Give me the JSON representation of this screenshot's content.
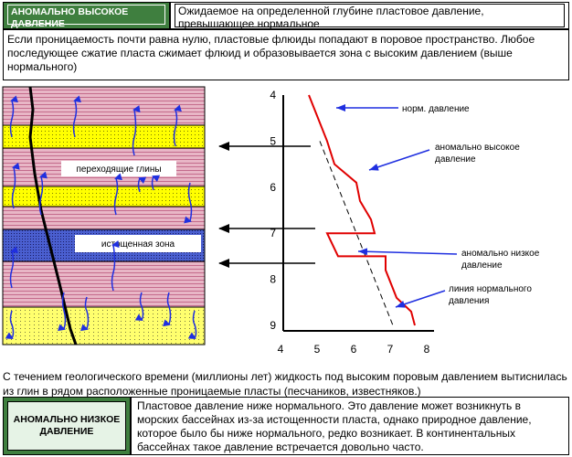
{
  "header": {
    "term": "АНОМАЛЬНО ВЫСОКОЕ ДАВЛЕНИЕ",
    "definition": "Ожидаемое на определенной глубине пластовое давление, превышающее нормальное"
  },
  "intro_text": "Если проницаемость почти равна нулю, пластовые флюиды попадают в поровое пространство. Любое последующее сжатие пласта сжимает флюид и образовывается зона с высоким давлением (выше нормального)",
  "section_labels": {
    "transition_clays": "переходящие глины",
    "depleted_zone": "истощенная зона"
  },
  "chart_annotations": {
    "normal_pressure": "норм. давление",
    "abnormal_high": "аномально высокое давление",
    "abnormal_low": "аномально низкое давление",
    "normal_line": "линия нормального давления"
  },
  "chart_data": {
    "type": "line",
    "x_ticks": [
      "4",
      "5",
      "6",
      "7",
      "8"
    ],
    "y_ticks": [
      "4",
      "5",
      "6",
      "7",
      "8",
      "9"
    ],
    "xlim": [
      4,
      8
    ],
    "ylim": [
      4,
      9
    ],
    "series": [
      {
        "style": "solid-red",
        "points": [
          [
            4.7,
            4
          ],
          [
            5.2,
            5
          ],
          [
            5.4,
            5.5
          ],
          [
            6.0,
            5.9
          ],
          [
            6.1,
            6.3
          ],
          [
            6.4,
            6.7
          ],
          [
            6.5,
            7
          ],
          [
            5.2,
            7
          ],
          [
            5.5,
            7.5
          ],
          [
            6.8,
            7.5
          ],
          [
            6.8,
            7.8
          ],
          [
            7.1,
            8.4
          ],
          [
            7.5,
            8.7
          ],
          [
            7.6,
            9
          ]
        ]
      },
      {
        "style": "dashed-black",
        "points": [
          [
            5.0,
            5
          ],
          [
            7.0,
            9
          ]
        ]
      }
    ]
  },
  "middle_text": "С течением геологического времени (миллионы лет) жидкость под высоким поровым давлением вытиснилась из глин в рядом расположенные проницаемые пласты (песчаников, известняков.)",
  "bottom": {
    "term": "АНОМАЛЬНО НИЗКОЕ ДАВЛЕНИЕ",
    "definition": "Пластовое давление ниже нормального. Это давление может возникнуть в морских бассейнах из-за истощенности пласта, однако природное давление, которое было бы ниже нормального, редко возникает. В континентальных бассейнах такое давление встречается довольно часто."
  },
  "colors": {
    "header_green": "#3f7f3f",
    "clay": "#e8b6c6",
    "sand": "#ffff00",
    "depleted": "#4a5fd0",
    "bottom_sand": "#ffff6e",
    "fluid_arrow": "#1f2fe0",
    "pressure_curve": "#e00000"
  }
}
